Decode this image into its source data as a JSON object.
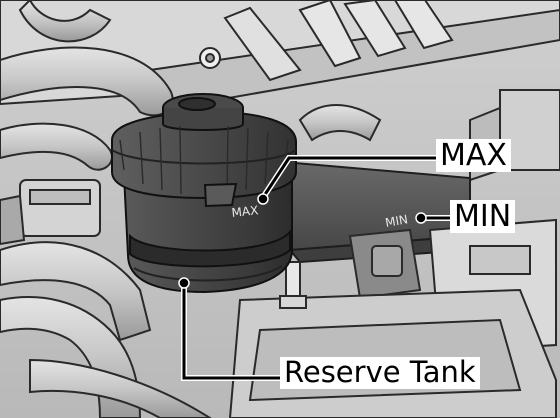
{
  "figure": {
    "callouts": {
      "max": "MAX",
      "min": "MIN",
      "reserve_tank": "Reserve Tank"
    },
    "embossed_marks": {
      "max": "MAX",
      "min": "MIN"
    }
  }
}
